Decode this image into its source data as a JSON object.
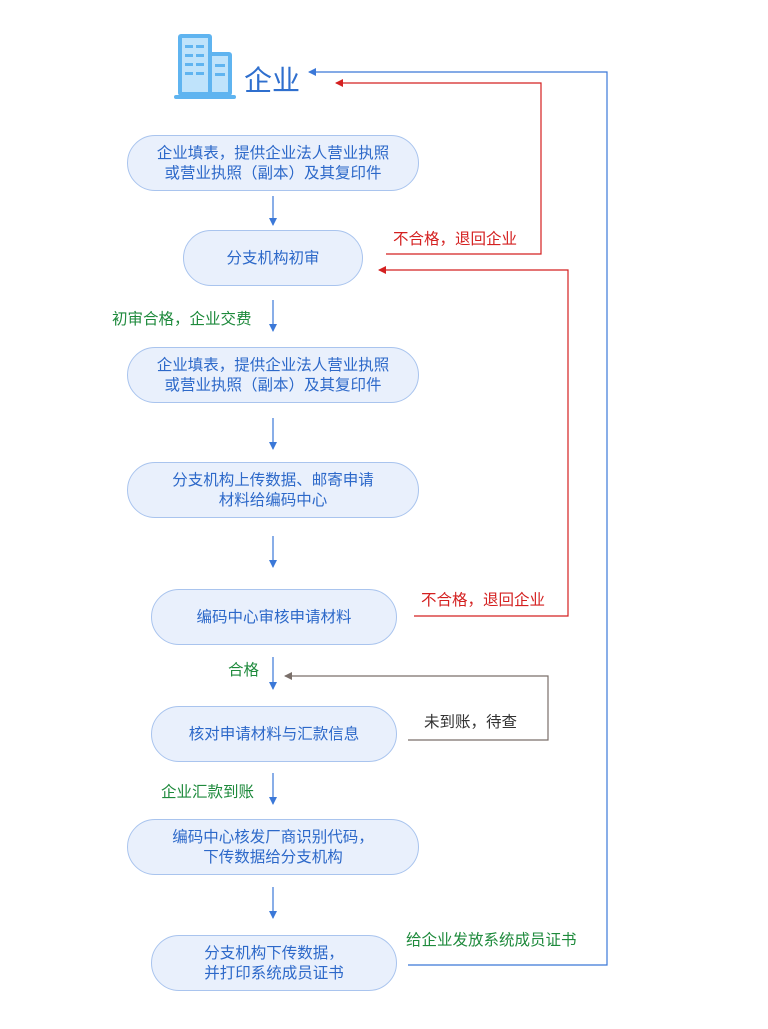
{
  "header": {
    "title": "企业",
    "icon": "building-icon"
  },
  "nodes": {
    "n1": "企业填表，提供企业法人营业执照\n或营业执照（副本）及其复印件",
    "n2": "分支机构初审",
    "n3": "企业填表，提供企业法人营业执照\n或营业执照（副本）及其复印件",
    "n4": "分支机构上传数据、邮寄申请\n材料给编码中心",
    "n5": "编码中心审核申请材料",
    "n6": "核对申请材料与汇款信息",
    "n7": "编码中心核发厂商识别代码，\n下传数据给分支机构",
    "n8": "分支机构下传数据，\n并打印系统成员证书"
  },
  "labels": {
    "initial_pass": "初审合格，企业交费",
    "pass": "合格",
    "remit_arrived": "企业汇款到账",
    "fail_return_1": "不合格，退回企业",
    "fail_return_2": "不合格，退回企业",
    "not_arrived": "未到账，待查",
    "issue_cert": "给企业发放系统成员证书"
  },
  "colors": {
    "node_fill": "#e9f0fc",
    "node_border": "#a9c4ee",
    "node_text": "#2c68c9",
    "flow_arrow": "#3b78d8",
    "pass_text": "#1e8a3c",
    "fail": "#d42020",
    "pending": "#7a6f6a"
  }
}
